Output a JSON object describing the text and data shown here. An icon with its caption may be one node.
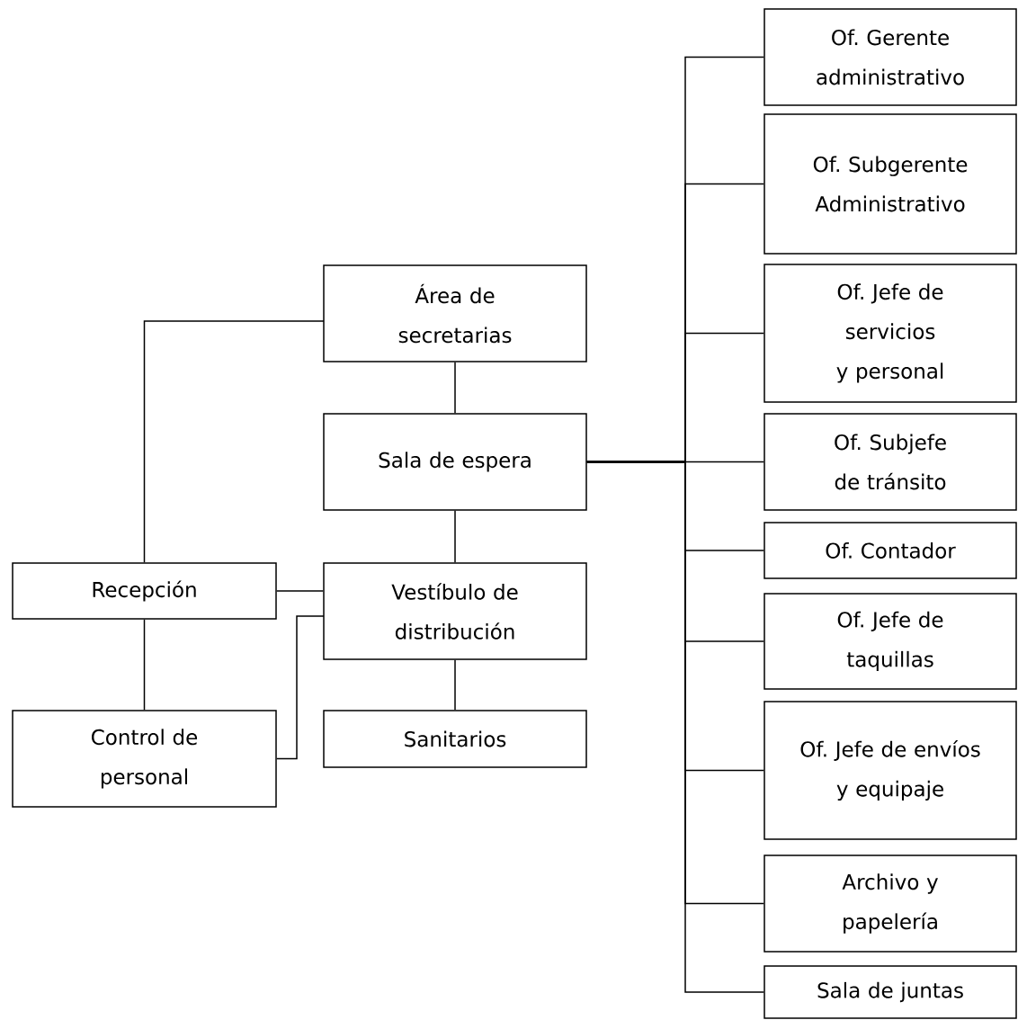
{
  "diagram": {
    "nodes": [
      {
        "text": [
          "Área de secretarias"
        ]
      },
      {
        "text": [
          "Sala de espera"
        ]
      },
      {
        "text": [
          "Recepción"
        ]
      },
      {
        "text": [
          "Vestíbulo de distribución"
        ]
      },
      {
        "text": [
          "Control de personal"
        ]
      },
      {
        "text": [
          "Sanitarios"
        ]
      },
      {
        "text": [
          "Of. Gerente administrativo"
        ]
      },
      {
        "text": [
          "Of. Subgerente Administrativo"
        ]
      },
      {
        "text": [
          "Of. Jefe de servicios y personal"
        ]
      },
      {
        "text": [
          "Of. Subjefe de tránsito"
        ]
      },
      {
        "text": [
          "Of. Contador"
        ]
      },
      {
        "text": [
          "Of. Jefe de taquillas"
        ]
      },
      {
        "text": [
          "Of. Jefe de envíos y equipaje"
        ]
      },
      {
        "text": [
          "Archivo y papelería"
        ]
      },
      {
        "text": [
          "Sala de juntas"
        ]
      }
    ],
    "edges": [
      {
        "from": 2,
        "to": 0,
        "arrow": "none"
      },
      {
        "from": 0,
        "to": 1,
        "arrow": "none"
      },
      {
        "from": 1,
        "to": 3,
        "arrow": "none"
      },
      {
        "from": 2,
        "to": 3,
        "arrow": "none"
      },
      {
        "from": 2,
        "to": 4,
        "arrow": "none"
      },
      {
        "from": 4,
        "to": 3,
        "arrow": "none"
      },
      {
        "from": 3,
        "to": 5,
        "arrow": "none"
      },
      {
        "from": 1,
        "to": 6,
        "arrow": "none"
      },
      {
        "from": 1,
        "to": 7,
        "arrow": "none"
      },
      {
        "from": 1,
        "to": 8,
        "arrow": "none"
      },
      {
        "from": 1,
        "to": 9,
        "arrow": "none"
      },
      {
        "from": 1,
        "to": 10,
        "arrow": "none"
      },
      {
        "from": 1,
        "to": 11,
        "arrow": "none"
      },
      {
        "from": 1,
        "to": 12,
        "arrow": "none"
      },
      {
        "from": 1,
        "to": 13,
        "arrow": "none"
      },
      {
        "from": 1,
        "to": 14,
        "arrow": "none"
      }
    ]
  }
}
